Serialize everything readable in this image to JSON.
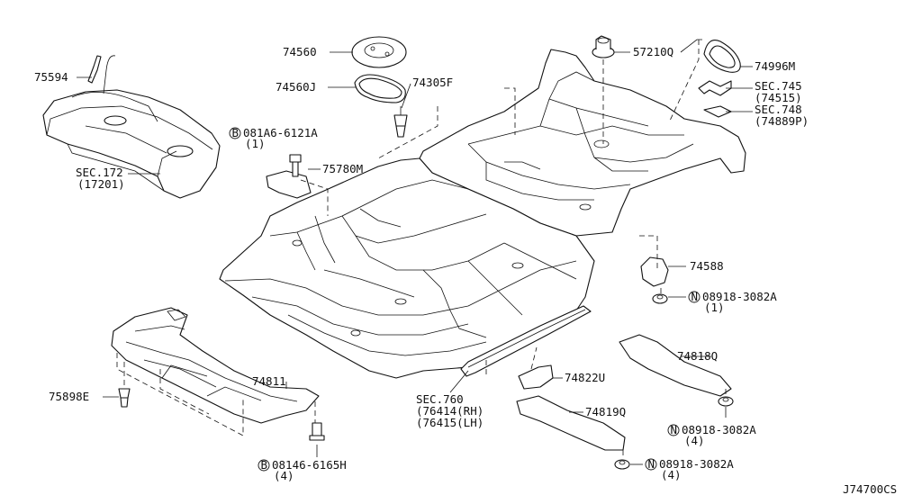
{
  "diagram_code": "J74700CS",
  "callouts": [
    {
      "id": "c75594",
      "text": "75594"
    },
    {
      "id": "c74560",
      "text": "74560"
    },
    {
      "id": "c74560j",
      "text": "74560J"
    },
    {
      "id": "c74305f",
      "text": "74305F"
    },
    {
      "id": "c57210q",
      "text": "57210Q"
    },
    {
      "id": "c74996m",
      "text": "74996M"
    },
    {
      "id": "csec745",
      "text": "SEC.745",
      "sub": "(74515)"
    },
    {
      "id": "csec748",
      "text": "SEC.748",
      "sub": "(74889P)"
    },
    {
      "id": "c081a6",
      "prefix": "B",
      "text": "081A6-6121A",
      "sub": "(1)"
    },
    {
      "id": "csec172",
      "text": "SEC.172",
      "sub": "(17201)"
    },
    {
      "id": "c75780m",
      "text": "75780M"
    },
    {
      "id": "c74588",
      "text": "74588"
    },
    {
      "id": "c08918a",
      "prefix": "N",
      "text": "08918-3082A",
      "sub": "(1)"
    },
    {
      "id": "c74818q",
      "text": "74818Q"
    },
    {
      "id": "c74811",
      "text": "74811"
    },
    {
      "id": "c74822u",
      "text": "74822U"
    },
    {
      "id": "c75898e",
      "text": "75898E"
    },
    {
      "id": "csec760",
      "text": "SEC.760",
      "sub": "(76414(RH)",
      "sub2": "(76415(LH)"
    },
    {
      "id": "c74819q",
      "text": "74819Q"
    },
    {
      "id": "c08918b",
      "prefix": "N",
      "text": "08918-3082A",
      "sub": "(4)"
    },
    {
      "id": "c08146",
      "prefix": "B",
      "text": "08146-6165H",
      "sub": "(4)"
    },
    {
      "id": "c08918c",
      "prefix": "N",
      "text": "08918-3082A",
      "sub": "(4)"
    }
  ]
}
